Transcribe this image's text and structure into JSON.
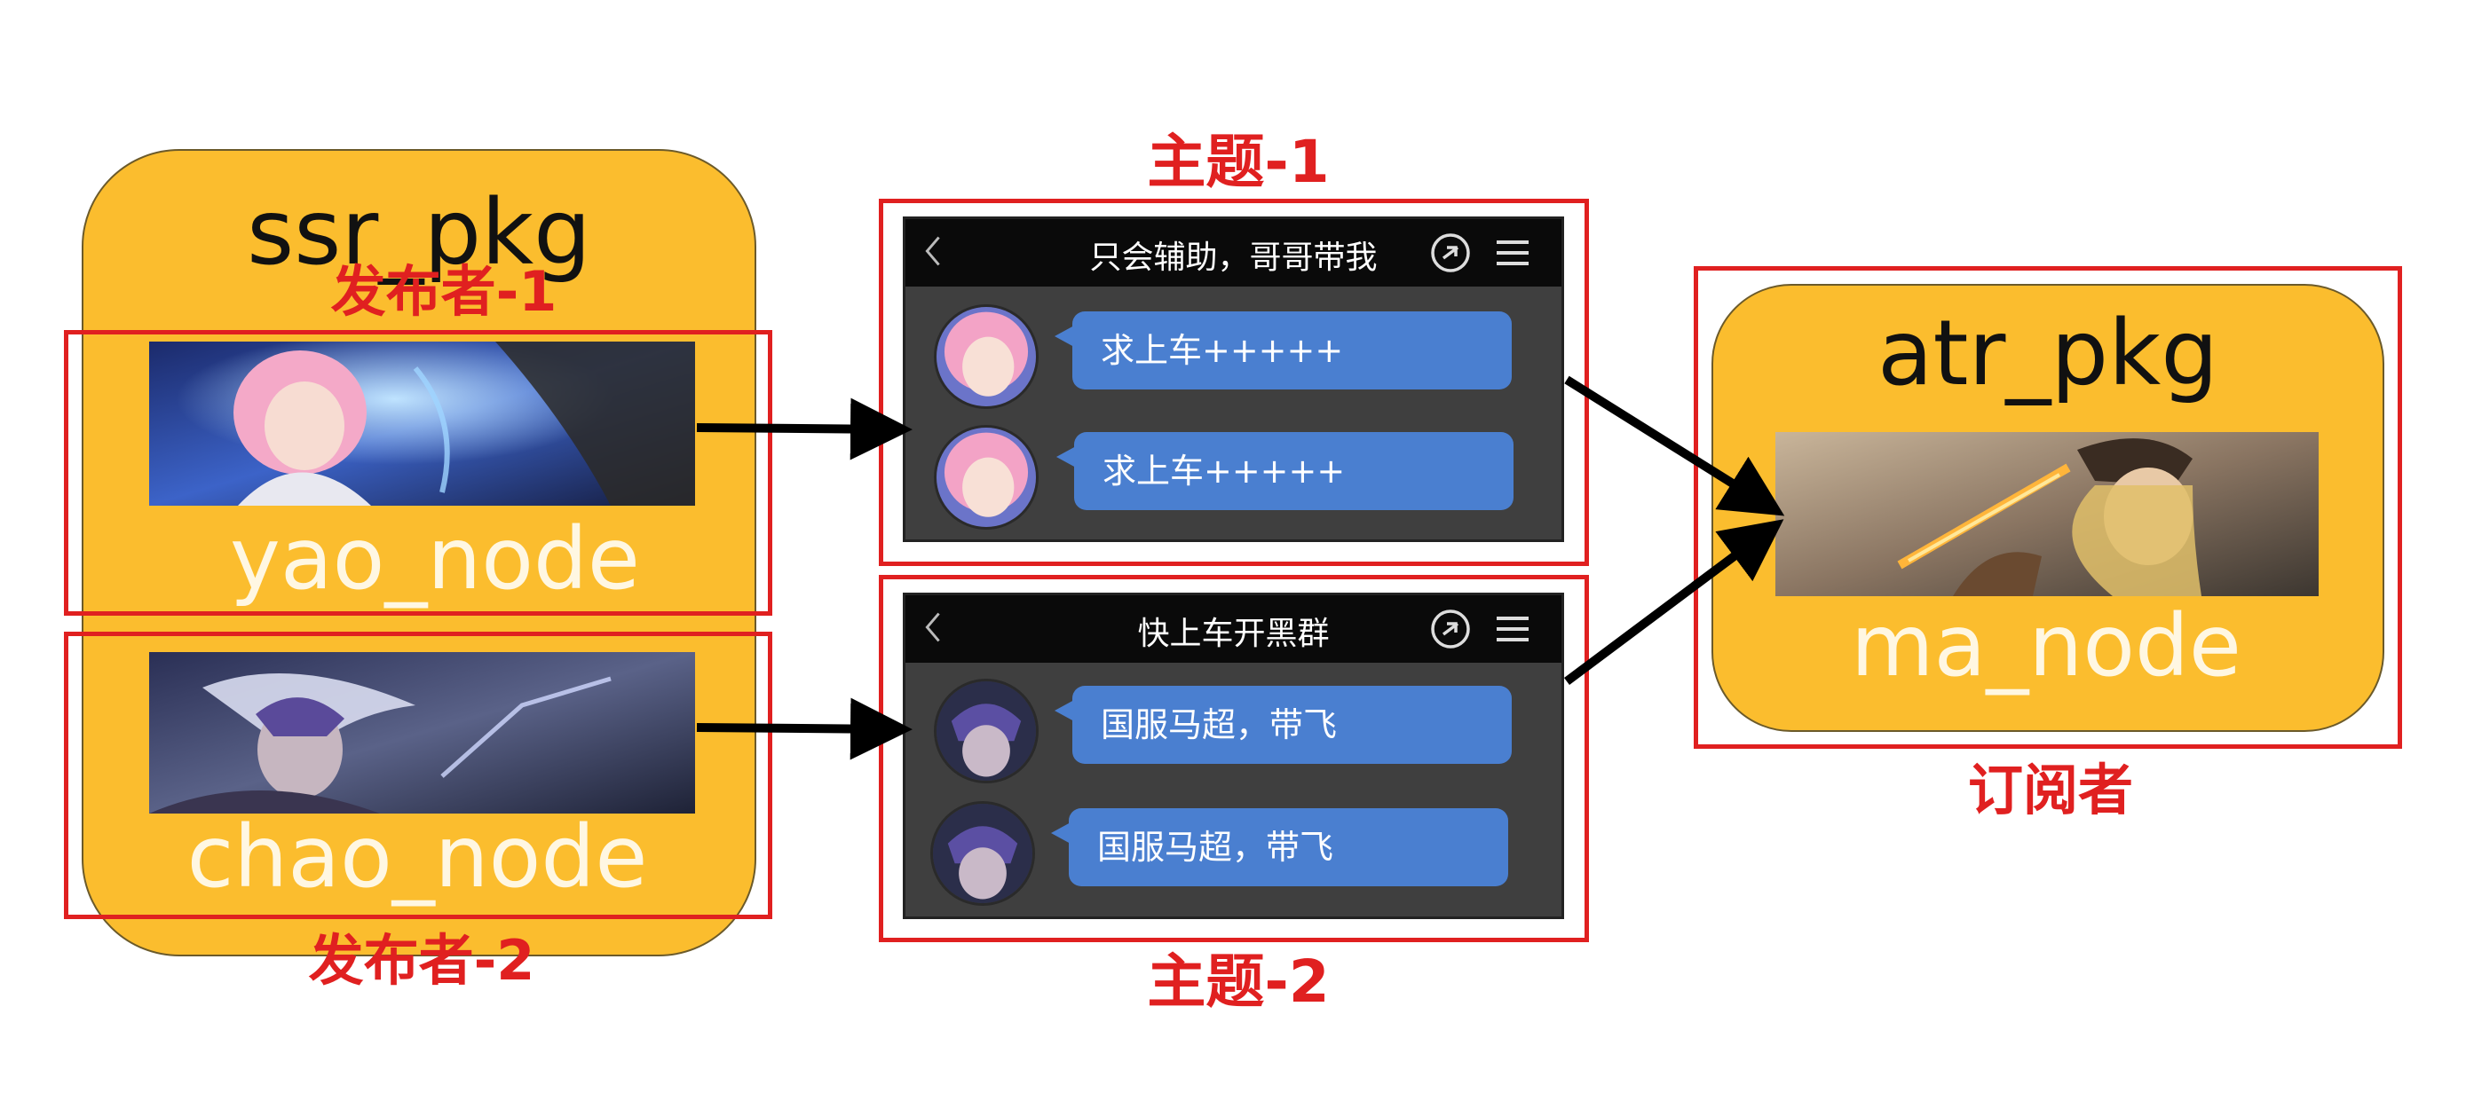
{
  "publisher_pkg": {
    "name": "ssr_pkg",
    "publisher1": {
      "role": "发布者-1",
      "node": "yao_node"
    },
    "publisher2": {
      "role": "发布者-2",
      "node": "chao_node"
    }
  },
  "topic1": {
    "label": "主题-1",
    "chat_title": "只会辅助，哥哥带我",
    "messages": [
      "求上车+++++",
      "求上车+++++"
    ]
  },
  "topic2": {
    "label": "主题-2",
    "chat_title": "快上车开黑群",
    "messages": [
      "国服马超，带飞",
      "国服马超，带飞"
    ]
  },
  "subscriber_pkg": {
    "name": "atr_pkg",
    "node": "ma_node",
    "role": "订阅者"
  },
  "icons": [
    "back-arrow-icon",
    "link-icon",
    "menu-icon"
  ],
  "colors": {
    "package": "#fbbd2e",
    "highlight": "#e02020",
    "bubble": "#4a7fd0"
  }
}
